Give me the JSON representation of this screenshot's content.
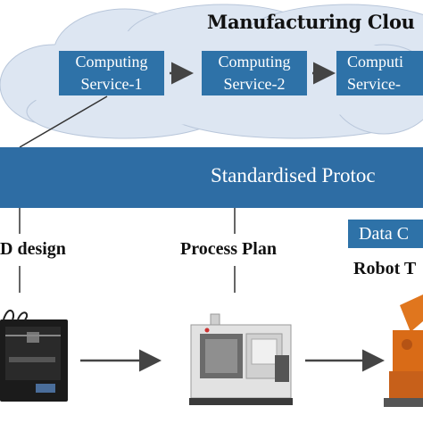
{
  "cloud": {
    "title": "Manufacturing Clou",
    "services": [
      {
        "line1": "Computing",
        "line2": "Service-1"
      },
      {
        "line1": "Computing",
        "line2": "Service-2"
      },
      {
        "line1": "Computi",
        "line2": "Service-"
      }
    ]
  },
  "protocol_band": {
    "label": "Standardised Protoc"
  },
  "labels": {
    "design": "D design",
    "process_plan": "Process Plan",
    "data_box": "Data C",
    "robot": "Robot T"
  },
  "colors": {
    "cloud_fill": "#dde6f2",
    "service_fill": "#2e72a8",
    "band_fill": "#2e6da4",
    "arrow": "#444444"
  },
  "icons": [
    "3d-printer-icon",
    "cnc-machine-icon",
    "industrial-robot-icon"
  ]
}
